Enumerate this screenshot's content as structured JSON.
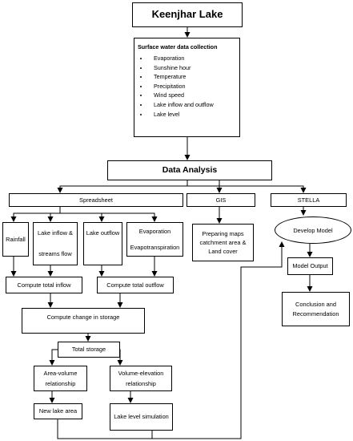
{
  "title": "Keenjhar Lake",
  "collection": {
    "heading": "Surface water data collection",
    "items": [
      "Evaporation",
      "Sunshine hour",
      "Temperature",
      "Precipitation",
      "Wind speed",
      "Lake inflow and outflow",
      "Lake level"
    ]
  },
  "analysis": "Data Analysis",
  "branches": {
    "spreadsheet": "Spreadsheet",
    "gis": "GIS",
    "stella": "STELLA"
  },
  "inputs": {
    "rainfall": "Rainfall",
    "lake_inflow_line1": "Lake inflow &",
    "lake_inflow_line2": "streams flow",
    "lake_outflow": "Lake outflow",
    "evaporation_line1": "Evaporation",
    "evaporation_line2": "Evapotranspiration"
  },
  "gis": {
    "line1": "Preparing maps",
    "line2": "catchment area &",
    "line3": "Land cover"
  },
  "stella": {
    "develop_model": "Develop Model",
    "model_output": "Model Output",
    "conclusion_line1": "Conclusion and",
    "conclusion_line2": "Recommendation"
  },
  "compute": {
    "total_inflow": "Compute total inflow",
    "total_outflow": "Compute total outflow",
    "change_storage": "Compute change in storage",
    "total_storage": "Total storage"
  },
  "relationships": {
    "area_volume_line1": "Area-volume",
    "area_volume_line2": "relationship",
    "volume_elevation_line1": "Volume-elevation",
    "volume_elevation_line2": "relationship"
  },
  "results": {
    "new_lake_area": "New lake area",
    "lake_level_simulation": "Lake level simulation"
  }
}
